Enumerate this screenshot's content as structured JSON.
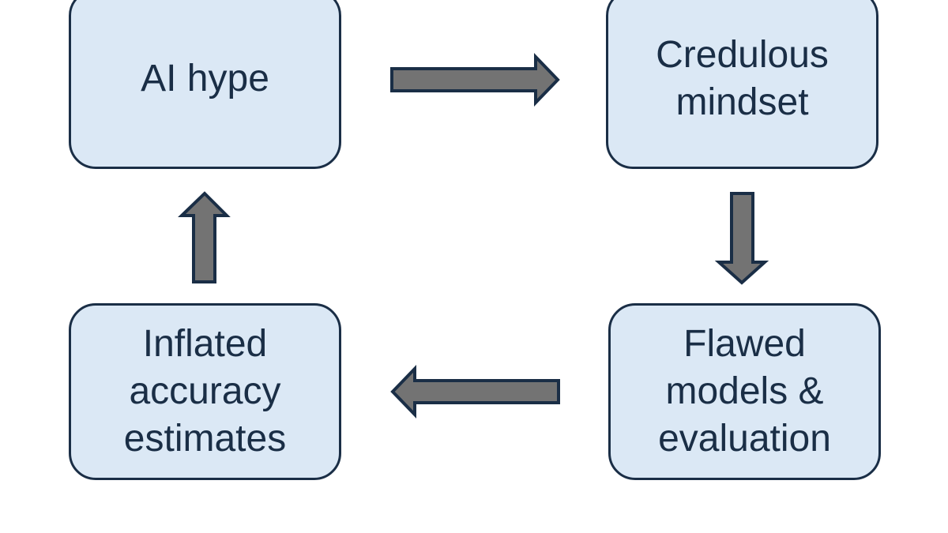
{
  "diagram": {
    "nodes": [
      {
        "id": "ai-hype",
        "label": "AI hype"
      },
      {
        "id": "credulous-mindset",
        "label": "Credulous\nmindset"
      },
      {
        "id": "flawed-models",
        "label": "Flawed\nmodels &\nevaluation"
      },
      {
        "id": "inflated-accuracy",
        "label": "Inflated\naccuracy\nestimates"
      }
    ],
    "edges": [
      {
        "from": "ai-hype",
        "to": "credulous-mindset"
      },
      {
        "from": "credulous-mindset",
        "to": "flawed-models"
      },
      {
        "from": "flawed-models",
        "to": "inflated-accuracy"
      },
      {
        "from": "inflated-accuracy",
        "to": "ai-hype"
      }
    ],
    "colors": {
      "box_fill": "#dbe8f5",
      "box_border": "#1a2e46",
      "text": "#1a2e46",
      "arrow_fill": "#737373",
      "arrow_stroke": "#1a2e46"
    }
  }
}
